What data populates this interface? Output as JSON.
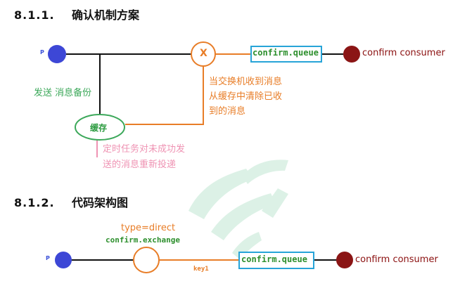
{
  "section1": {
    "number": "8.1.1.",
    "title": "确认机制方案",
    "producer_label": "P",
    "exchange_label": "X",
    "queue_name": "confirm.queue",
    "consumer_label": "confirm consumer",
    "send_note": "发送 消息备份",
    "cache_label": "缓存",
    "clear_note": [
      "当交换机收到消息",
      "从缓存中清除已收",
      "到的消息"
    ],
    "retry_note": [
      "定时任务对未成功发",
      "送的消息重新投递"
    ]
  },
  "section2": {
    "number": "8.1.2.",
    "title": "代码架构图",
    "producer_label": "P",
    "exchange_type": "type=direct",
    "exchange_name": "confirm.exchange",
    "routing_key": "key1",
    "queue_name": "confirm.queue",
    "consumer_label": "confirm consumer"
  },
  "colors": {
    "producer": "#3d47d6",
    "consumer": "#8b1515",
    "exchange": "#e87d27",
    "queue_border": "#27a4d8",
    "cache": "#3ca85a",
    "pink_note": "#ef93b3",
    "watermark": "#d3eee0"
  }
}
